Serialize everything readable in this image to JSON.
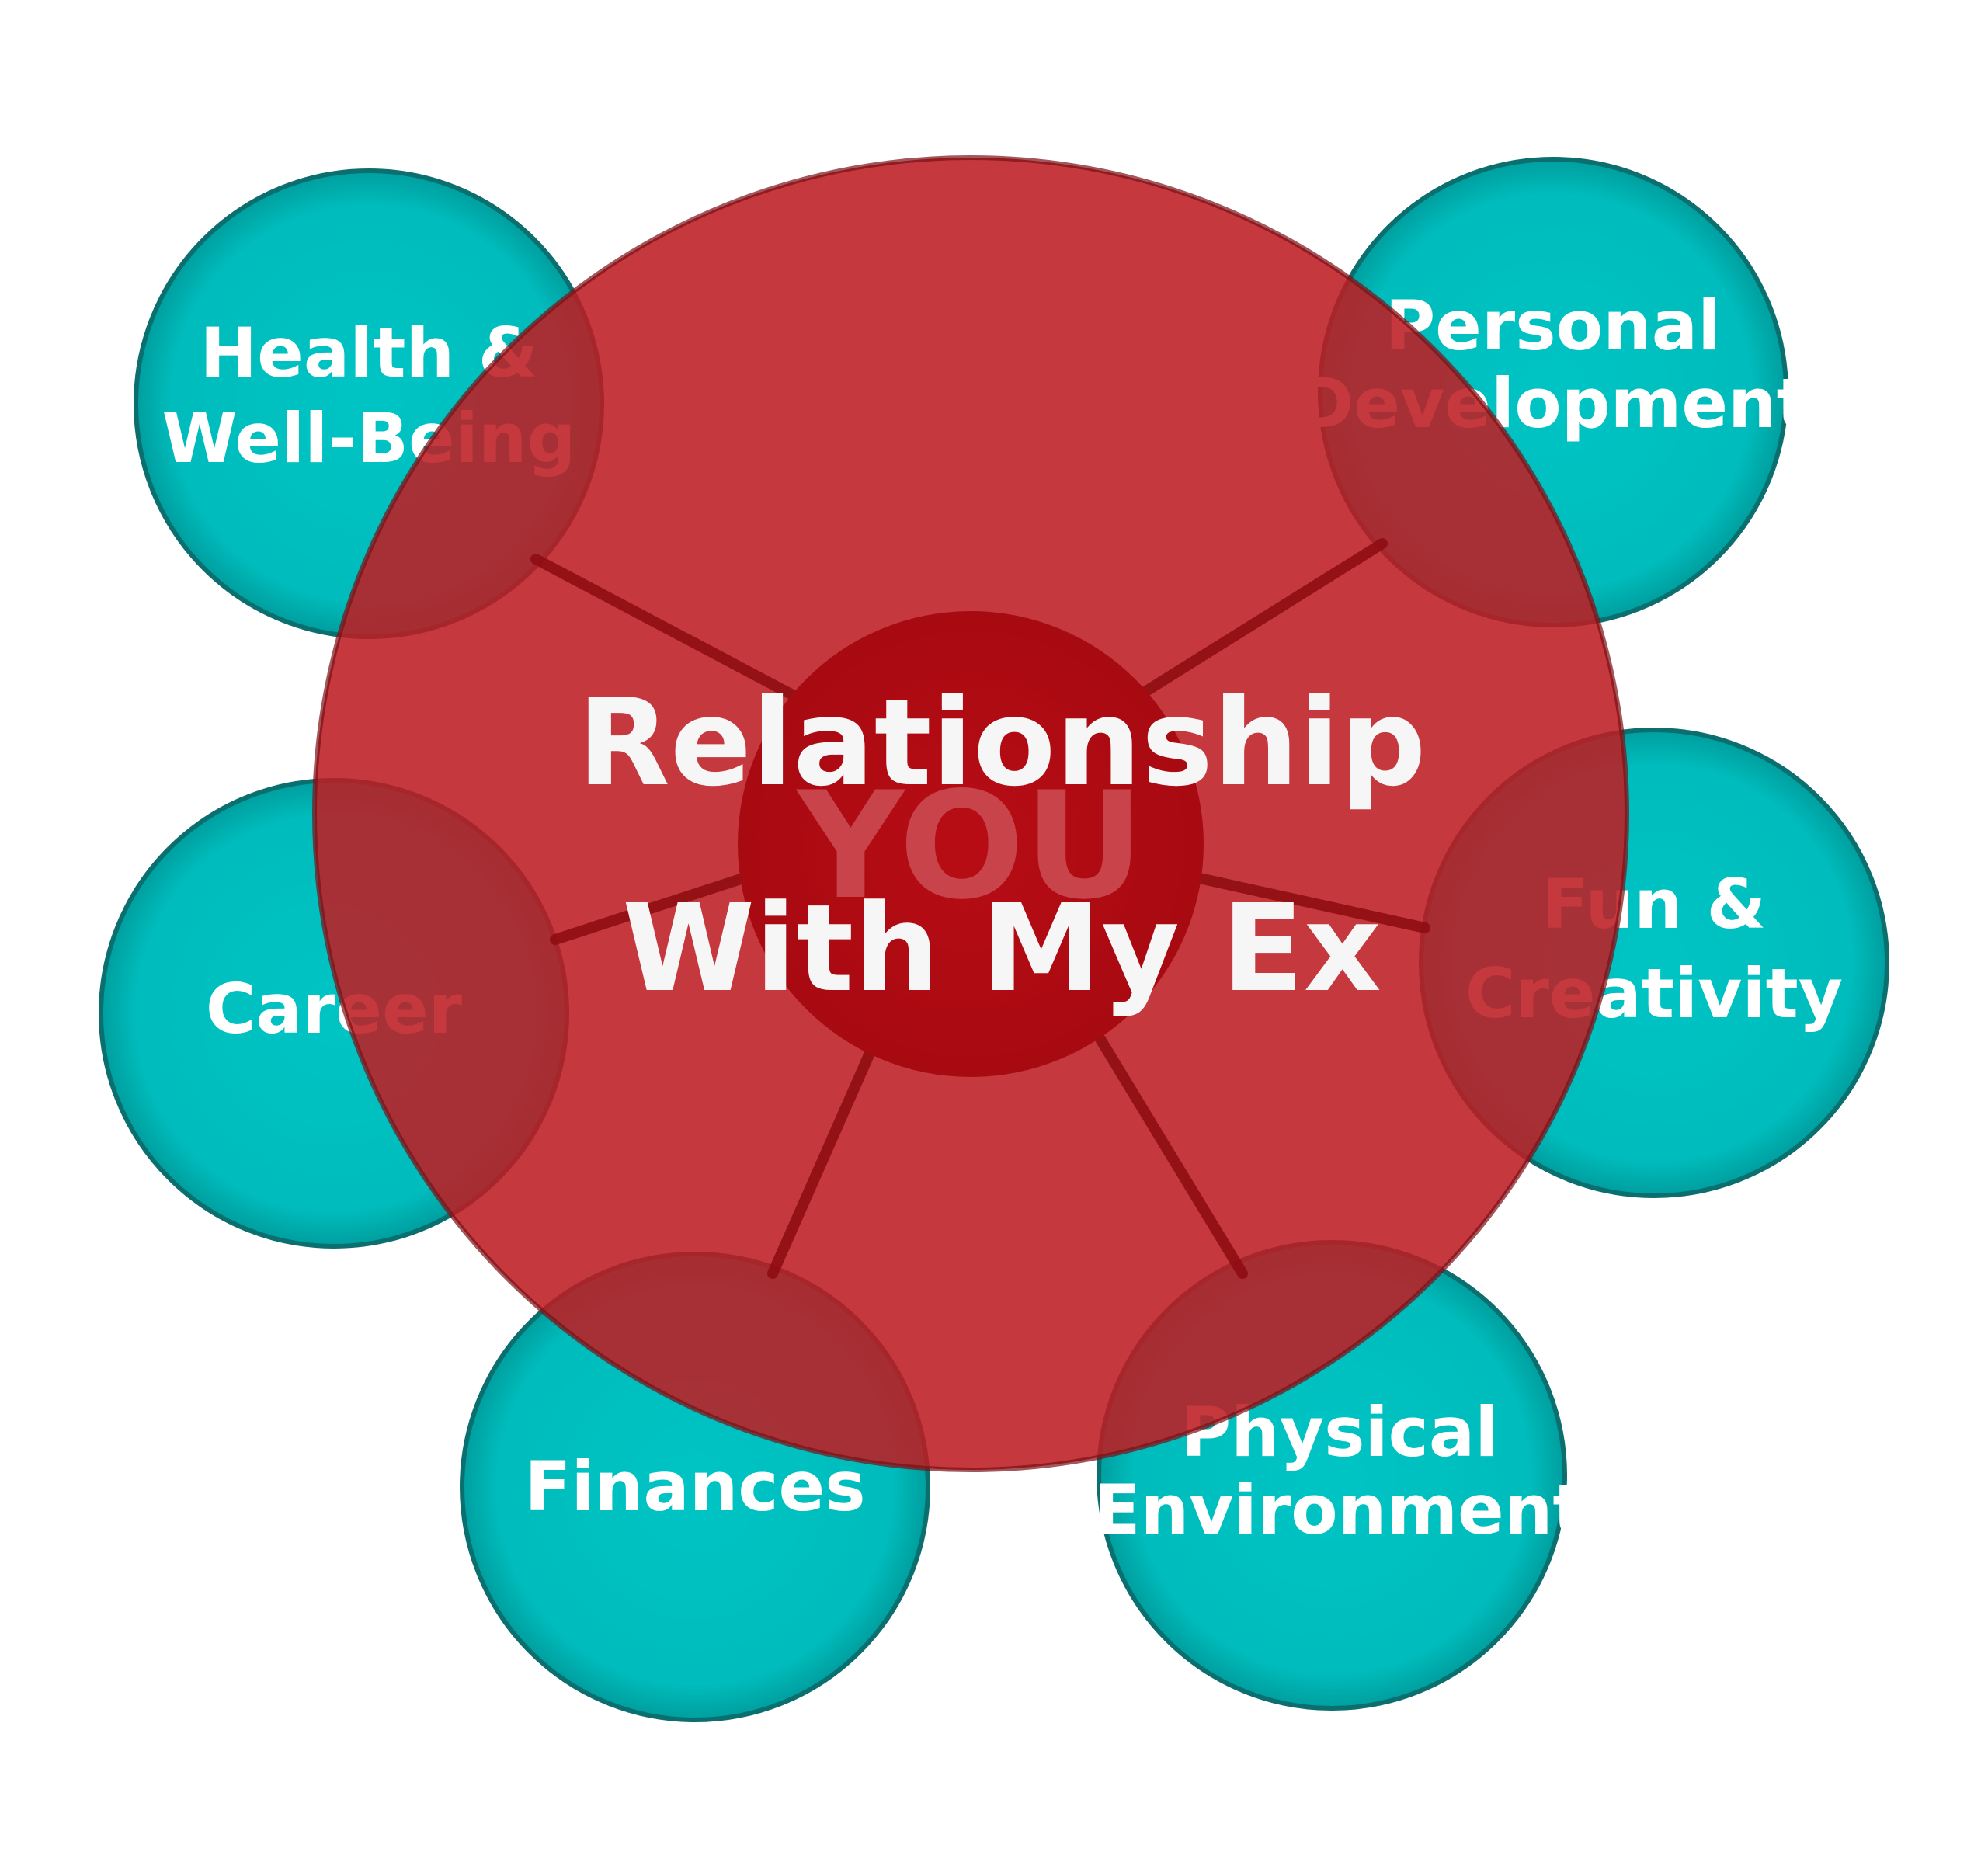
{
  "center": {
    "core_label": "YOU",
    "title_line1": "Relationship",
    "title_line2": "With My Ex"
  },
  "outer_nodes": [
    {
      "line1": "Health &",
      "line2": "Well-Being"
    },
    {
      "line1": "Personal",
      "line2": "Development"
    },
    {
      "line1": "Career",
      "line2": ""
    },
    {
      "line1": "Fun &",
      "line2": "Creativity"
    },
    {
      "line1": "Finances",
      "line2": ""
    },
    {
      "line1": "Physical",
      "line2": "Environment"
    }
  ],
  "colors": {
    "outer_fill": "#00bfbf",
    "outer_stroke": "#0c6f6f",
    "big_fill": "#bd1c22",
    "big_stroke": "#7a1015",
    "core_fill": "#b00b13",
    "spoke": "#8f0d12",
    "text": "#ffffff",
    "core_text": "#c9444a"
  }
}
